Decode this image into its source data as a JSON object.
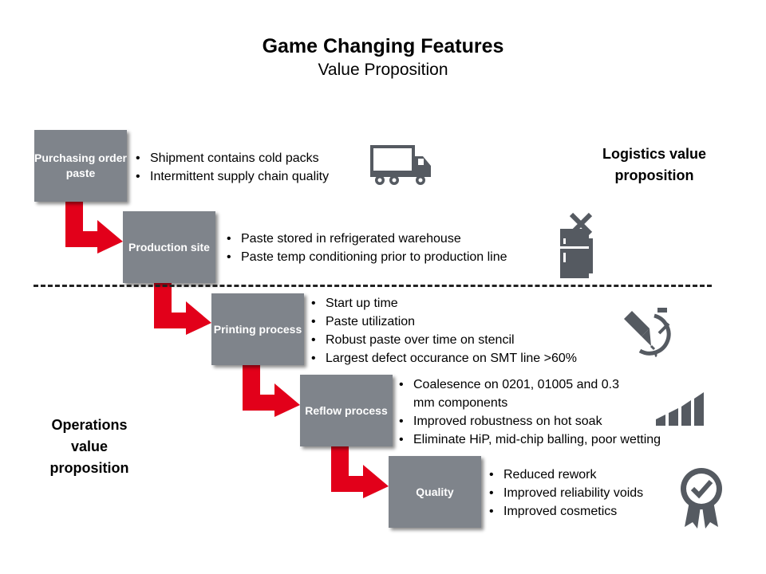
{
  "header": {
    "title": "Game Changing Features",
    "subtitle": "Value Proposition"
  },
  "labels": {
    "logistics": "Logistics value proposition",
    "operations": "Operations value proposition"
  },
  "steps": [
    {
      "label": "Purchasing order paste",
      "icon": "truck-icon",
      "bullets": [
        "Shipment contains cold packs",
        "Intermittent supply chain quality"
      ]
    },
    {
      "label": "Production site",
      "icon": "refrigerator-x-icon",
      "bullets": [
        "Paste stored in refrigerated warehouse",
        "Paste temp conditioning prior to production line"
      ]
    },
    {
      "label": "Printing process",
      "icon": "dispenser-timer-icon",
      "bullets": [
        "Start up time",
        "Paste utilization",
        "Robust paste over time on stencil",
        "Largest defect occurance on SMT line >60%"
      ]
    },
    {
      "label": "Reflow process",
      "icon": "rising-bars-icon",
      "bullets": [
        "Coalesence on 0201, 01005 and 0.3 mm components",
        "Improved robustness on hot soak",
        "Eliminate HiP, mid-chip balling, poor wetting"
      ]
    },
    {
      "label": "Quality",
      "icon": "check-badge-icon",
      "bullets": [
        "Reduced rework",
        "Improved reliability voids",
        "Improved cosmetics"
      ]
    }
  ],
  "colors": {
    "step_fill": "#7f848b",
    "arrow": "#e2001a",
    "icon": "#555a61"
  }
}
